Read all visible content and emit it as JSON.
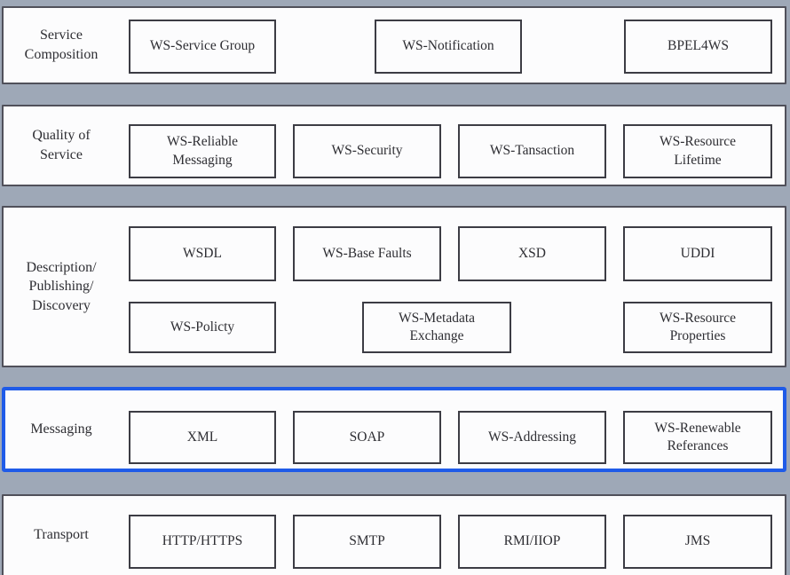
{
  "diagram_title": "web-services-stack",
  "colors": {
    "background": "#9ea8b7",
    "band_bg": "#fcfcfd",
    "band_border": "#50505a",
    "box_border": "#3c3c44",
    "highlight": "#1f5be8",
    "text": "#2e2e33"
  },
  "layers": [
    {
      "label": "Service\nComposition",
      "highlighted": false,
      "boxes": [
        "WS-Service Group",
        "WS-Notification",
        "BPEL4WS"
      ]
    },
    {
      "label": "Quality of\nService",
      "highlighted": false,
      "boxes": [
        "WS-Reliable\nMessaging",
        "WS-Security",
        "WS-Tansaction",
        "WS-Resource\nLifetime"
      ]
    },
    {
      "label": "Description/\nPublishing/\nDiscovery",
      "highlighted": false,
      "boxes": [
        "WSDL",
        "WS-Base Faults",
        "XSD",
        "UDDI",
        "WS-Policty",
        "WS-Metadata\nExchange",
        "WS-Resource\nProperties"
      ]
    },
    {
      "label": "Messaging",
      "highlighted": true,
      "boxes": [
        "XML",
        "SOAP",
        "WS-Addressing",
        "WS-Renewable\nReferances"
      ]
    },
    {
      "label": "Transport",
      "highlighted": false,
      "boxes": [
        "HTTP/HTTPS",
        "SMTP",
        "RMI/IIOP",
        "JMS"
      ]
    }
  ]
}
